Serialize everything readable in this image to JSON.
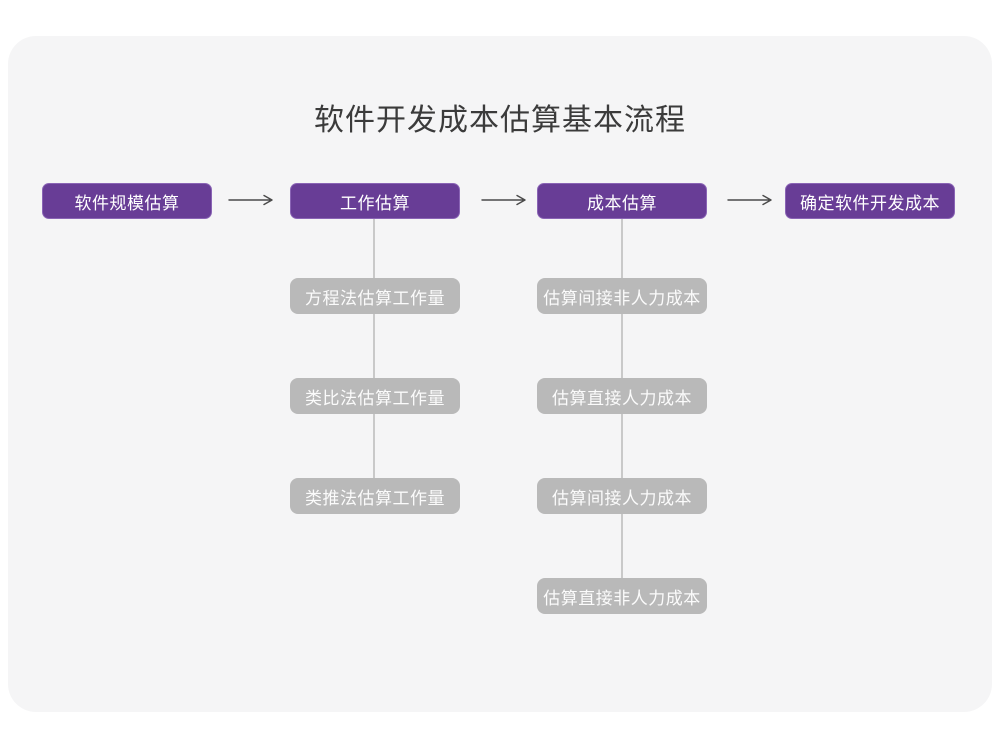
{
  "page": {
    "title": "软件开发成本估算基本流程"
  },
  "colors": {
    "card_bg": "#f5f5f6",
    "purple_fill": "#683d96",
    "purple_border": "#8a64b5",
    "gray_fill": "#b9b9b9",
    "line": "#c9c9c9",
    "arrow": "#4a4a4a",
    "title_color": "#3b3b3b"
  },
  "flow": {
    "stages": [
      {
        "label": "软件规模估算",
        "substeps": []
      },
      {
        "label": "工作估算",
        "substeps": [
          "方程法估算工作量",
          "类比法估算工作量",
          "类推法估算工作量"
        ]
      },
      {
        "label": "成本估算",
        "substeps": [
          "估算间接非人力成本",
          "估算直接人力成本",
          "估算间接人力成本",
          "估算直接非人力成本"
        ]
      },
      {
        "label": "确定软件开发成本",
        "substeps": []
      }
    ]
  }
}
